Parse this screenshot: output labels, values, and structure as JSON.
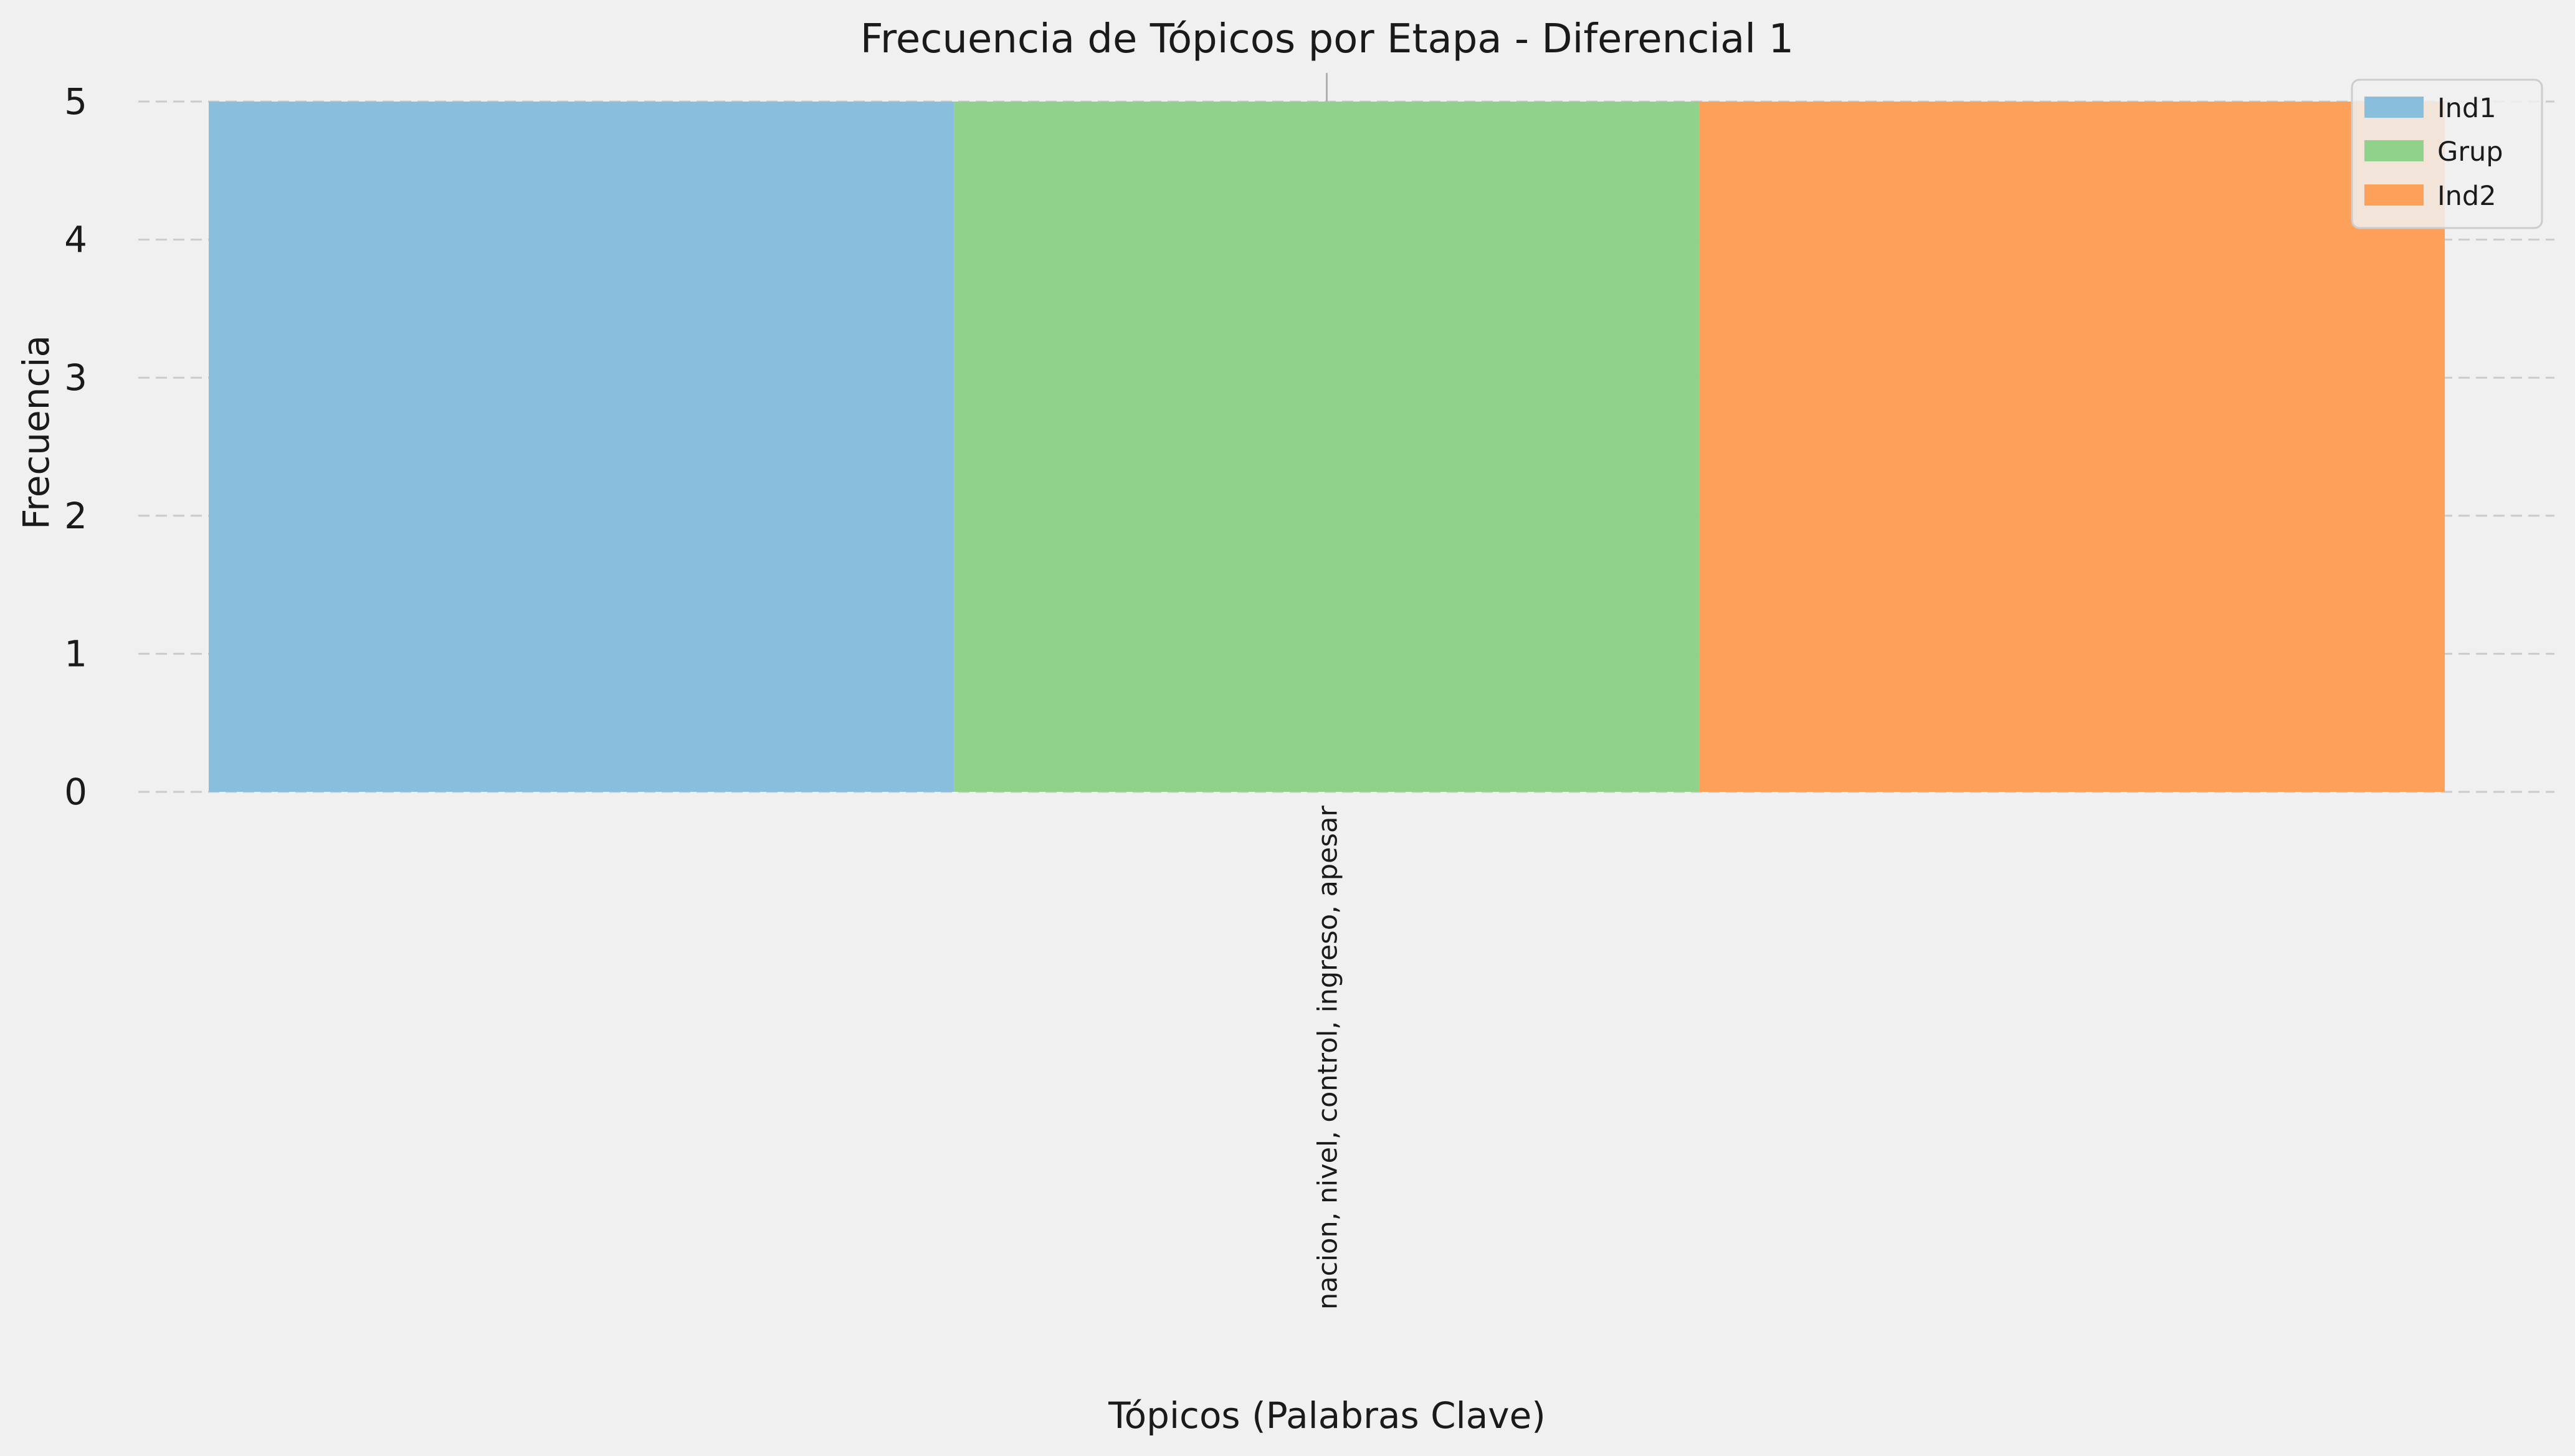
{
  "chart_data": {
    "type": "bar",
    "title": "Frecuencia de Tópicos por Etapa - Diferencial 1",
    "xlabel": "Tópicos (Palabras Clave)",
    "ylabel": "Frecuencia",
    "categories": [
      "nacion, nivel, control, ingreso, apesar"
    ],
    "series": [
      {
        "name": "Ind1",
        "values": [
          5
        ],
        "color": "#89bedc"
      },
      {
        "name": "Grup",
        "values": [
          5
        ],
        "color": "#90d18b"
      },
      {
        "name": "Ind2",
        "values": [
          5
        ],
        "color": "#fca05a"
      }
    ],
    "ylim": [
      0,
      5
    ],
    "yticks": [
      "0",
      "1",
      "2",
      "3",
      "4",
      "5"
    ],
    "grid": "horizontal dashed",
    "legend_position": "top-right"
  }
}
